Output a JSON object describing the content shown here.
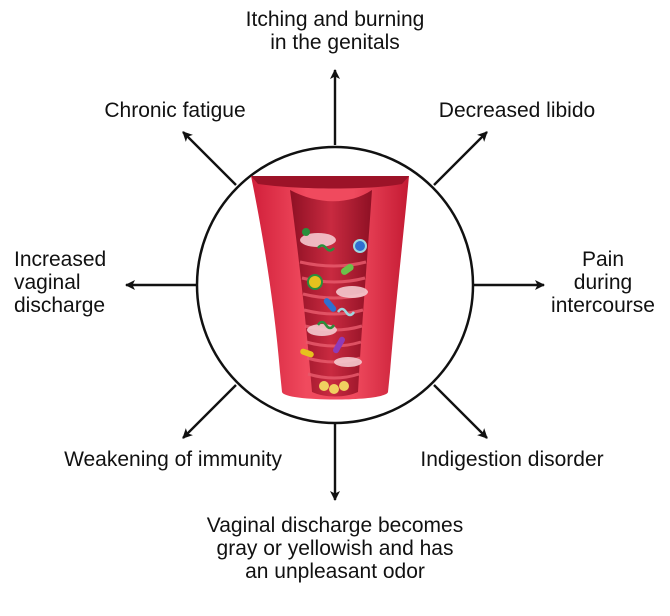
{
  "diagram": {
    "symptoms": [
      {
        "id": "top",
        "lines": [
          "Itching and burning",
          "in the genitals"
        ]
      },
      {
        "id": "top-left",
        "lines": [
          "Chronic fatigue"
        ]
      },
      {
        "id": "top-right",
        "lines": [
          "Decreased libido"
        ]
      },
      {
        "id": "left",
        "lines": [
          "Increased",
          "vaginal",
          "discharge"
        ]
      },
      {
        "id": "right",
        "lines": [
          "Pain",
          "during",
          "intercourse"
        ]
      },
      {
        "id": "bottom-left",
        "lines": [
          "Weakening of immunity"
        ]
      },
      {
        "id": "bottom-right",
        "lines": [
          "Indigestion disorder"
        ]
      },
      {
        "id": "bottom",
        "lines": [
          "Vaginal discharge becomes",
          "gray or yellowish and has",
          "an unpleasant odor"
        ]
      }
    ]
  },
  "colors": {
    "arrow": "#111111",
    "circle_stroke": "#111111",
    "tissue_dark": "#b3172e",
    "tissue_mid": "#e03048",
    "tissue_light": "#f27a8a",
    "mucosa": "#f5c9cf",
    "bacteria": [
      "#2a8f3c",
      "#6cc04a",
      "#2f6fd0",
      "#e6c21e",
      "#8e3bb8",
      "#9fd8e0"
    ]
  }
}
